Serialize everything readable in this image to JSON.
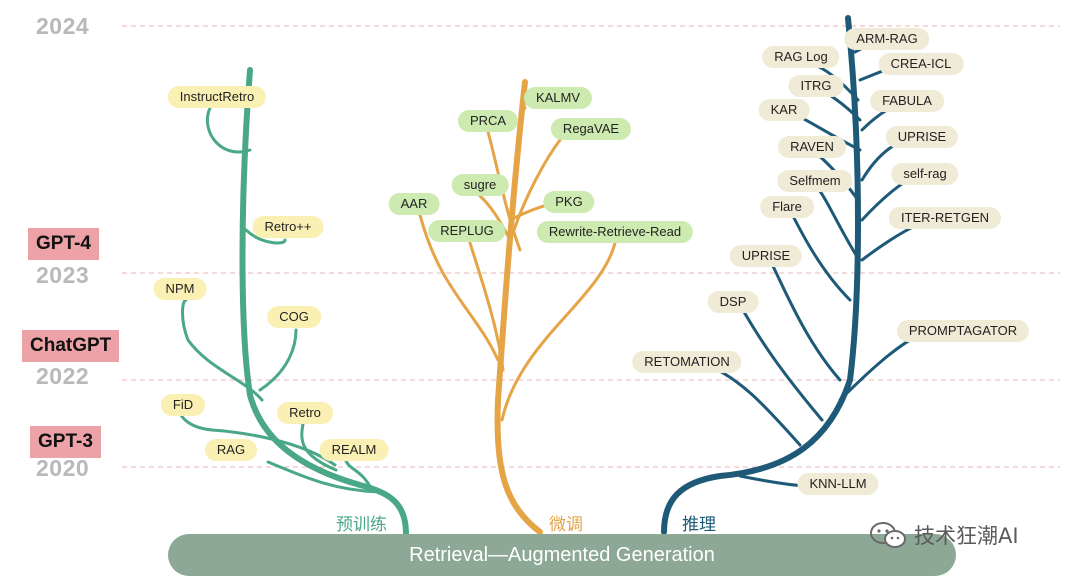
{
  "years": [
    "2024",
    "2023",
    "2022",
    "2020"
  ],
  "gpt_markers": [
    "GPT-4",
    "ChatGPT",
    "GPT-3"
  ],
  "branches": {
    "pretrain": {
      "label": "预训练",
      "color": "#4aa887",
      "nodes": [
        "InstructRetro",
        "Retro++",
        "NPM",
        "COG",
        "FiD",
        "Retro",
        "RAG",
        "REALM"
      ]
    },
    "finetune": {
      "label": "微调",
      "color": "#e5a446",
      "nodes": [
        "KALMV",
        "PRCA",
        "RegaVAE",
        "sugre",
        "AAR",
        "PKG",
        "REPLUG",
        "Rewrite-Retrieve-Read"
      ]
    },
    "inference": {
      "label": "推理",
      "color": "#1e5a78",
      "nodes": [
        "ARM-RAG",
        "RAG Log",
        "CREA-ICL",
        "ITRG",
        "FABULA",
        "KAR",
        "UPRISE",
        "RAVEN",
        "self-rag",
        "Selfmem",
        "Flare",
        "ITER-RETGEN",
        "UPRISE",
        "DSP",
        "PROMPTAGATOR",
        "RETOMATION",
        "KNN-LLM"
      ]
    }
  },
  "base_label": "Retrieval—Augmented Generation",
  "watermark": "技术狂潮AI",
  "colors": {
    "grid": "#eab4b4",
    "year_text": "#b9b9b9",
    "gpt_bg": "#eca2a6",
    "pill_pretrain": "#fbf0b4",
    "pill_finetune": "#cdeab0",
    "pill_inference": "#efebd6",
    "base": "#8da894"
  },
  "icons": [
    "wechat-icon"
  ]
}
